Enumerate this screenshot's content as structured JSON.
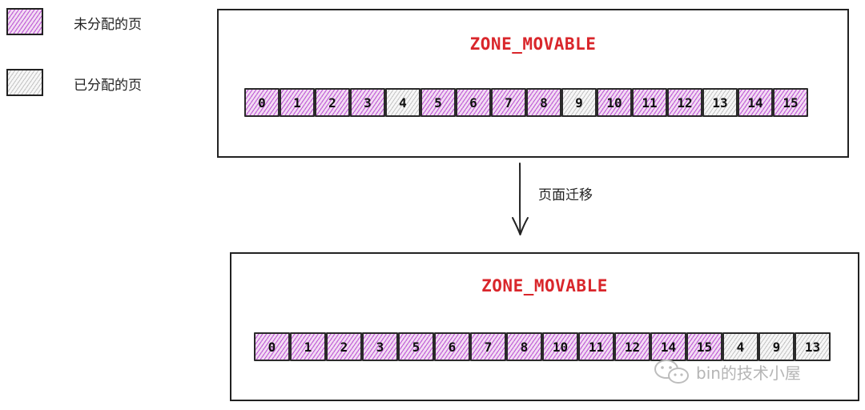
{
  "legend": {
    "unallocated": {
      "label": "未分配的页",
      "color": "#b03ace"
    },
    "allocated": {
      "label": "已分配的页",
      "color": "#999999"
    }
  },
  "zones": [
    {
      "title": "ZONE_MOVABLE",
      "pages": [
        {
          "label": "0",
          "state": "unallocated"
        },
        {
          "label": "1",
          "state": "unallocated"
        },
        {
          "label": "2",
          "state": "unallocated"
        },
        {
          "label": "3",
          "state": "unallocated"
        },
        {
          "label": "4",
          "state": "allocated"
        },
        {
          "label": "5",
          "state": "unallocated"
        },
        {
          "label": "6",
          "state": "unallocated"
        },
        {
          "label": "7",
          "state": "unallocated"
        },
        {
          "label": "8",
          "state": "unallocated"
        },
        {
          "label": "9",
          "state": "allocated"
        },
        {
          "label": "10",
          "state": "unallocated"
        },
        {
          "label": "11",
          "state": "unallocated"
        },
        {
          "label": "12",
          "state": "unallocated"
        },
        {
          "label": "13",
          "state": "allocated"
        },
        {
          "label": "14",
          "state": "unallocated"
        },
        {
          "label": "15",
          "state": "unallocated"
        }
      ]
    },
    {
      "title": "ZONE_MOVABLE",
      "pages": [
        {
          "label": "0",
          "state": "unallocated"
        },
        {
          "label": "1",
          "state": "unallocated"
        },
        {
          "label": "2",
          "state": "unallocated"
        },
        {
          "label": "3",
          "state": "unallocated"
        },
        {
          "label": "5",
          "state": "unallocated"
        },
        {
          "label": "6",
          "state": "unallocated"
        },
        {
          "label": "7",
          "state": "unallocated"
        },
        {
          "label": "8",
          "state": "unallocated"
        },
        {
          "label": "10",
          "state": "unallocated"
        },
        {
          "label": "11",
          "state": "unallocated"
        },
        {
          "label": "12",
          "state": "unallocated"
        },
        {
          "label": "14",
          "state": "unallocated"
        },
        {
          "label": "15",
          "state": "unallocated"
        },
        {
          "label": "4",
          "state": "allocated"
        },
        {
          "label": "9",
          "state": "allocated"
        },
        {
          "label": "13",
          "state": "allocated"
        }
      ]
    }
  ],
  "arrow": {
    "label": "页面迁移",
    "icon": "arrow-down-icon"
  },
  "title_color": "#d9262b",
  "watermark": {
    "text": "bin的技术小屋",
    "icon": "wechat-icon"
  }
}
